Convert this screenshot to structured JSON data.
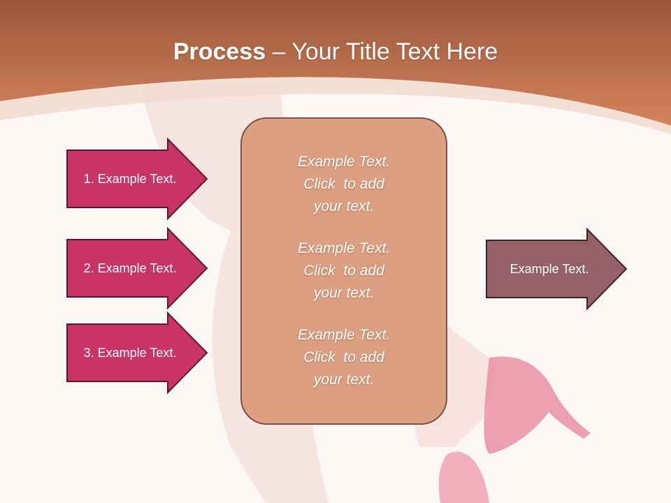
{
  "slide": {
    "title_bold": "Process",
    "title_rest": " – Your Title Text Here"
  },
  "inputs": [
    {
      "label": "1. Example Text."
    },
    {
      "label": "2. Example Text."
    },
    {
      "label": "3. Example Text."
    }
  ],
  "center": {
    "paragraphs": [
      {
        "line1": "Example Text.",
        "line2": "Click  to add",
        "line3": "your text."
      },
      {
        "line1": "Example Text.",
        "line2": "Click  to add",
        "line3": "your text."
      },
      {
        "line1": "Example Text.",
        "line2": "Click  to add",
        "line3": "your text."
      }
    ]
  },
  "output": {
    "label": "Example Text."
  },
  "colors": {
    "header": "#c8744f",
    "input_arrow": "#c93468",
    "output_arrow": "#956066",
    "center_box": "#dc9f81"
  }
}
